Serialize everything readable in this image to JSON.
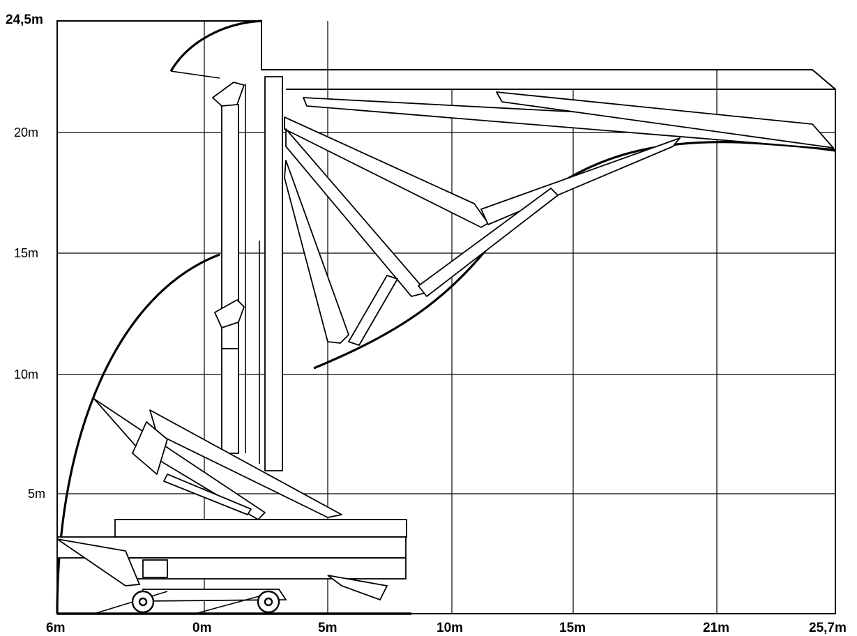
{
  "diagram": {
    "type": "working-range-diagram",
    "x_axis": {
      "tick_labels": [
        "6m",
        "0m",
        "5m",
        "10m",
        "15m",
        "21m",
        "25,7m"
      ]
    },
    "y_axis": {
      "tick_labels": [
        "24,5m",
        "20m",
        "15m",
        "10m",
        "5m"
      ]
    },
    "grid": true,
    "colors": {
      "line": "#000000",
      "background": "#ffffff"
    }
  }
}
